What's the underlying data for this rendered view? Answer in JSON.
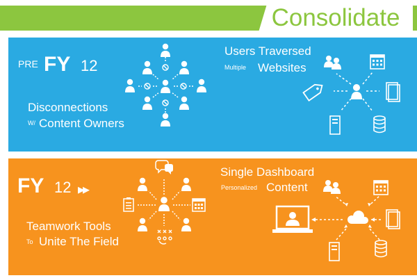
{
  "banner": {
    "title": "Consolidate",
    "color": "#8cc63f"
  },
  "pre_panel": {
    "color": "#2aaae2",
    "pre": "PRE",
    "fy": "FY",
    "year": "12",
    "left_caption": {
      "line1": "Disconnections",
      "prefix": "W/",
      "line2": "Content Owners"
    },
    "right_caption": {
      "line1": "Users Traversed",
      "prefix": "Multiple",
      "line2": "Websites"
    }
  },
  "fy_panel": {
    "color": "#f7931e",
    "fy": "FY",
    "year": "12",
    "arrows": "▸▸",
    "left_caption": {
      "line1": "Teamwork Tools",
      "prefix": "To",
      "line2": "Unite The Field"
    },
    "right_caption": {
      "line1": "Single Dashboard",
      "prefix": "Personalized",
      "line2": "Content"
    }
  },
  "icons": {
    "pre_left": [
      "person-icon",
      "blocked-icon"
    ],
    "pre_right": [
      "users-group-icon",
      "calendar-icon",
      "tag-icon",
      "folder-icon",
      "server-icon",
      "database-icon"
    ],
    "fy_left": [
      "chat-bubbles-icon",
      "person-icon",
      "checklist-icon",
      "calendar-icon",
      "playbook-icon"
    ],
    "fy_right": [
      "users-group-icon",
      "calendar-icon",
      "monitor-icon",
      "cloud-icon",
      "folder-icon",
      "server-icon",
      "database-icon"
    ]
  }
}
